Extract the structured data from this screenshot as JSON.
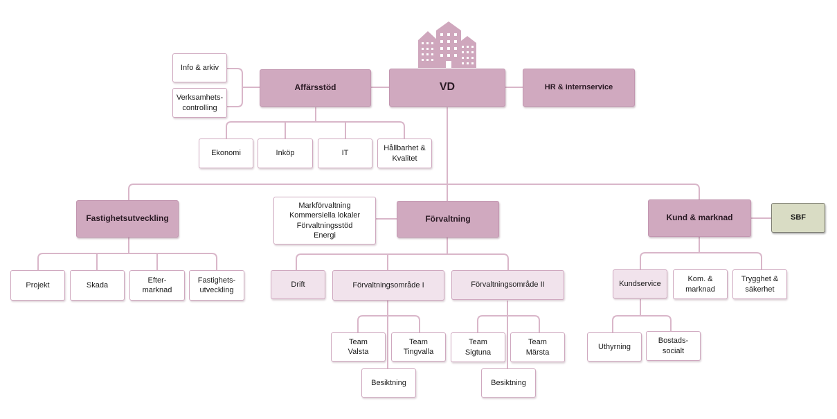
{
  "colors": {
    "line": "#d9b6c9",
    "dark_box": "#d0a9bf",
    "light_box": "#f1e3ec",
    "sbf_box": "#d9dcc4",
    "logo": "#cfa7bd"
  },
  "logo": {
    "icon": "buildings-icon"
  },
  "nodes": {
    "vd": "VD",
    "affarsstod": "Affärsstöd",
    "hr": "HR & internservice",
    "info_arkiv": "Info & arkiv",
    "verksamhetscontrolling": "Verksamhets-\ncontrolling",
    "ekonomi": "Ekonomi",
    "inkop": "Inköp",
    "it": "IT",
    "hallbarhet": "Hållbarhet &\nKvalitet",
    "fastighetsutveckling": "Fastighetsutveckling",
    "forvaltning": "Förvaltning",
    "forvaltning_info": "Markförvaltning\nKommersiella lokaler\nFörvaltningsstöd\nEnergi",
    "kund_marknad": "Kund & marknad",
    "sbf": "SBF",
    "projekt": "Projekt",
    "skada": "Skada",
    "eftermarknad": "Efter-\nmarknad",
    "fastighetsutveckling_sub": "Fastighets-\nutveckling",
    "drift": "Drift",
    "fo1": "Förvaltningsområde I",
    "fo2": "Förvaltningsområde II",
    "team_valsta": "Team\nValsta",
    "team_tingvalla": "Team\nTingvalla",
    "besiktning1": "Besiktning",
    "team_sigtuna": "Team\nSigtuna",
    "team_marsta": "Team\nMärsta",
    "besiktning2": "Besiktning",
    "kundservice": "Kundservice",
    "kom_marknad": "Kom. &\nmarknad",
    "trygghet": "Trygghet &\nsäkerhet",
    "uthyrning": "Uthyrning",
    "bostadssocialt": "Bostads-\nsocialt"
  }
}
